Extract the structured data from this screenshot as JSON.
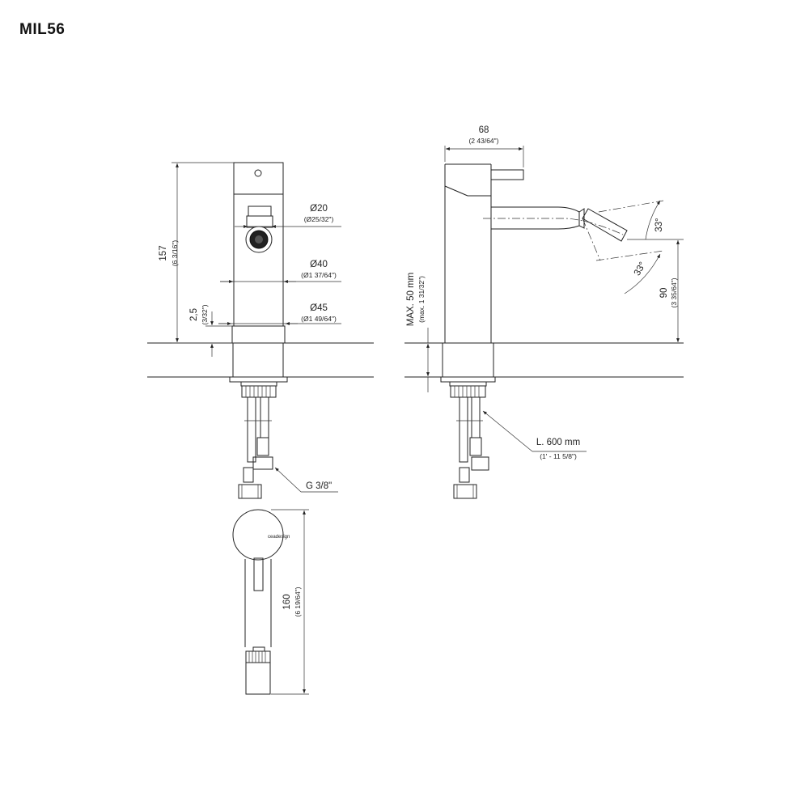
{
  "title": "MIL56",
  "front_view": {
    "height": "157",
    "height_in": "(6 3/16\")",
    "gap": "2,5",
    "gap_in": "(3/32\")",
    "d_aerator": "Ø20",
    "d_aerator_in": "(Ø25/32\")",
    "d_body": "Ø40",
    "d_body_in": "(Ø1 37/64\")",
    "d_base": "Ø45",
    "d_base_in": "(Ø1 49/64\")",
    "thread": "G 3/8\""
  },
  "side_view": {
    "width": "68",
    "width_in": "(2 43/64\")",
    "max_thickness": "MAX. 50 mm",
    "max_thickness_in": "(max. 1 31/32\")",
    "angle_up": "33°",
    "angle_down": "33°",
    "spout_height": "90",
    "spout_height_in": "(3 35/64\")",
    "hose_length": "L. 600 mm",
    "hose_length_in": "(1' - 11 5/8\")"
  },
  "top_view": {
    "length": "160",
    "length_in": "(6 19/64\")",
    "logo": "ceadesign"
  }
}
